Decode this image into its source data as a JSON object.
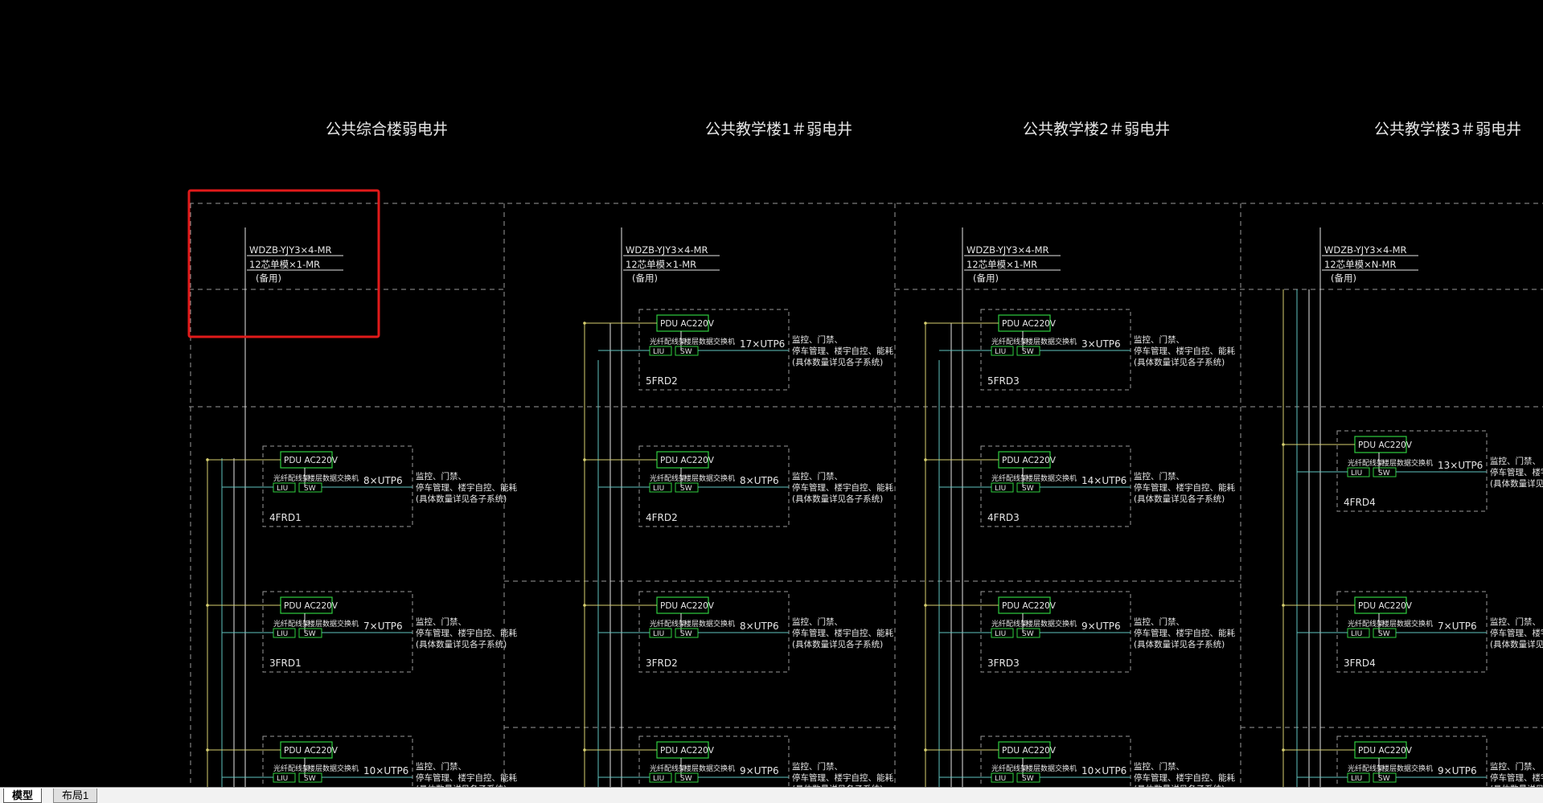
{
  "colors": {
    "background": "#000000",
    "frame": "#9a9a9a",
    "trunk": "#e6e6e6",
    "yellow_line": "#d8d070",
    "cyan_line": "#5fc4c0",
    "green_box": "#2fcf3f",
    "selection": "#e11a1a"
  },
  "cable_labels": [
    "WDZB-YJY3×4-MR",
    "(备用)"
  ],
  "pdu_label": "PDU  AC220V",
  "liu_label": "LIU",
  "sw_label": "SW",
  "rack_label": "光纤配线架",
  "switch_label": "楼层数据交换机",
  "shafts": [
    {
      "title": "公共综合楼弱电井",
      "fiber": "12芯单模×1-MR",
      "racks": [
        {
          "utp": "8×UTP6",
          "name": "4FRD1"
        },
        {
          "utp": "7×UTP6",
          "name": "3FRD1"
        },
        {
          "utp": "10×UTP6",
          "name": ""
        }
      ]
    },
    {
      "title": "公共教学楼1＃弱电井",
      "fiber": "12芯单模×1-MR",
      "racks": [
        {
          "utp": "17×UTP6",
          "name": "5FRD2"
        },
        {
          "utp": "8×UTP6",
          "name": "4FRD2"
        },
        {
          "utp": "8×UTP6",
          "name": "3FRD2"
        },
        {
          "utp": "9×UTP6",
          "name": ""
        }
      ]
    },
    {
      "title": "公共教学楼2＃弱电井",
      "fiber": "12芯单模×1-MR",
      "racks": [
        {
          "utp": "3×UTP6",
          "name": "5FRD3"
        },
        {
          "utp": "14×UTP6",
          "name": "4FRD3"
        },
        {
          "utp": "9×UTP6",
          "name": "3FRD3"
        },
        {
          "utp": "10×UTP6",
          "name": ""
        }
      ]
    },
    {
      "title": "公共教学楼3＃弱电井",
      "fiber": "12芯单模×N-MR",
      "racks": [
        {
          "utp": "13×UTP6",
          "name": "4FRD4"
        },
        {
          "utp": "7×UTP6",
          "name": "3FRD4"
        },
        {
          "utp": "9×UTP6",
          "name": ""
        }
      ]
    }
  ],
  "note_lines": [
    "监控、门禁、",
    "停车管理、楼宇自控、能耗",
    "(具体数量详见各子系统)"
  ],
  "tabs": [
    {
      "label": "模型",
      "active": true
    },
    {
      "label": "布局1",
      "active": false
    }
  ]
}
